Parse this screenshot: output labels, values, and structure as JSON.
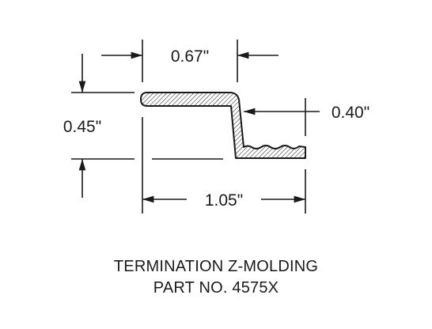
{
  "dimensions": {
    "top_width": "0.67\"",
    "height": "0.45\"",
    "bottom_width": "0.40\"",
    "overall_width": "1.05\""
  },
  "caption": {
    "line1": "TERMINATION Z-MOLDING",
    "line2": "PART NO. 4575X"
  }
}
